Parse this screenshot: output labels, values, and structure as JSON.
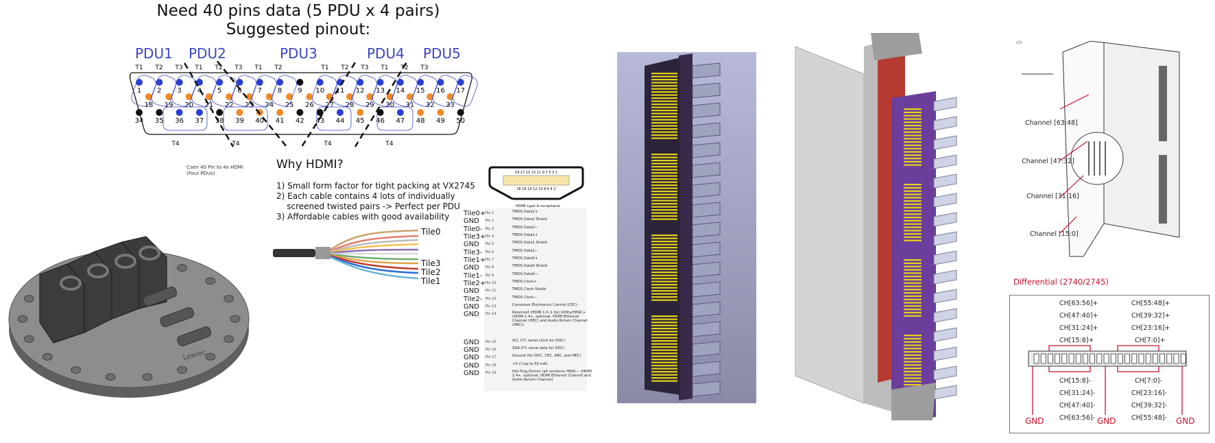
{
  "header": {
    "title_line1": "Need 40 pins data (5 PDU x 4 pairs)",
    "title_line2": "Suggested pinout:"
  },
  "pdus": [
    "PDU1",
    "PDU2",
    "PDU3",
    "PDU4",
    "PDU5"
  ],
  "connector": {
    "t_labels_top": [
      "T1",
      "T2",
      "T3",
      "T1",
      "T2",
      "T3",
      "T1",
      "T2",
      "T1",
      "T2",
      "T3",
      "T1",
      "T2",
      "T3"
    ],
    "t_labels_bottom": [
      "T4",
      "T4",
      "T4",
      "T4"
    ],
    "row1": [
      "1",
      "2",
      "3",
      "4",
      "5",
      "6",
      "7",
      "8",
      "9",
      "10",
      "11",
      "12",
      "13",
      "14",
      "15",
      "16",
      "17"
    ],
    "row2": [
      "18",
      "19",
      "20",
      "21",
      "22",
      "23",
      "24",
      "25",
      "26",
      "27",
      "28",
      "29",
      "30",
      "31",
      "32",
      "33"
    ],
    "row3": [
      "34",
      "35",
      "36",
      "37",
      "38",
      "39",
      "40",
      "41",
      "42",
      "43",
      "44",
      "45",
      "46",
      "47",
      "48",
      "49",
      "50"
    ],
    "colors": {
      "blue": "#2a3fd6",
      "orange": "#f08a24",
      "black": "#111111"
    }
  },
  "caption_small": "Caen 40 Pin to 4x HDMI\n(Four PDUs)",
  "why": {
    "title": "Why HDMI?",
    "items": "1) Small form factor for tight packing at VX2745\n2) Each cable contains 4 lots of individually\n    screened twisted pairs -> Perfect per PDU\n3) Affordable cables with good availability"
  },
  "tiles": [
    "Tile0",
    "Tile3",
    "Tile2",
    "Tile1"
  ],
  "hdmi": {
    "receptacle_caption": "HDMI type A receptacle",
    "top_pins": "19 17 15 13 11 9 7 5 3 1",
    "bottom_pins": "18 16 14 12 10 8 6 4 2",
    "rows": [
      {
        "sig": "Tile0+",
        "pin": "Pin 1",
        "desc": "TMDS Data2+"
      },
      {
        "sig": "GND",
        "pin": "Pin 2",
        "desc": "TMDS Data2 Shield"
      },
      {
        "sig": "Tile0-",
        "pin": "Pin 3",
        "desc": "TMDS Data2−"
      },
      {
        "sig": "Tile3+",
        "pin": "Pin 4",
        "desc": "TMDS Data1+"
      },
      {
        "sig": "GND",
        "pin": "Pin 5",
        "desc": "TMDS Data1 Shield"
      },
      {
        "sig": "Tile3-",
        "pin": "Pin 6",
        "desc": "TMDS Data1−"
      },
      {
        "sig": "Tile1+",
        "pin": "Pin 7",
        "desc": "TMDS Data0+"
      },
      {
        "sig": "GND",
        "pin": "Pin 8",
        "desc": "TMDS Data0 Shield"
      },
      {
        "sig": "Tile1-",
        "pin": "Pin 9",
        "desc": "TMDS Data0−"
      },
      {
        "sig": "Tile2+",
        "pin": "Pin 10",
        "desc": "TMDS Clock+"
      },
      {
        "sig": "GND",
        "pin": "Pin 11",
        "desc": "TMDS Clock Shield"
      },
      {
        "sig": "Tile2-",
        "pin": "Pin 12",
        "desc": "TMDS Clock−"
      },
      {
        "sig": "GND",
        "pin": "Pin 13",
        "desc": "Consumer Electronics Control (CEC)"
      },
      {
        "sig": "GND",
        "pin": "Pin 14",
        "desc": "Reserved (HDMI 1.0–1.3a) Utility/HEAC+ (HDMI 1.4+, optional, HDMI Ethernet Channel (HEC) and Audio Return Channel (ARC))"
      },
      {
        "sig": "GND",
        "pin": "Pin 15",
        "desc": "SCL (I²C serial clock for DDC)"
      },
      {
        "sig": "GND",
        "pin": "Pin 16",
        "desc": "SDA (I²C serial data for DDC)"
      },
      {
        "sig": "GND",
        "pin": "Pin 17",
        "desc": "Ground (for DDC, CEC, ARC, and HEC)"
      },
      {
        "sig": "GND",
        "pin": "Pin 18",
        "desc": "+5 V (up to 50 mA)"
      },
      {
        "sig": "GND",
        "pin": "Pin 19",
        "desc": "Hot Plug Detect (all versions) HEAC− (HDMI 1.4+, optional, HDMI Ethernet Channel and Audio Return Channel)"
      }
    ]
  },
  "board": {
    "corner": "ch",
    "channels": [
      "Channel [63:48]",
      "Channel [47:32]",
      "Channel [31:16]",
      "Channel [15:0]"
    ]
  },
  "diff": {
    "title": "Differential (2740/2745)",
    "left_top": [
      "CH[63:56]+",
      "CH[47:40]+",
      "CH[31:24]+",
      "CH[15:8]+"
    ],
    "right_top": [
      "CH[55:48]+",
      "CH[39:32]+",
      "CH[23:16]+",
      "CH[7:0]+"
    ],
    "left_bottom": [
      "CH[15:8]-",
      "CH[31:24]-",
      "CH[47:40]-",
      "CH[63:56]-"
    ],
    "right_bottom": [
      "CH[7:0]-",
      "CH[23:16]-",
      "CH[39:32]-",
      "CH[55:48]-"
    ],
    "gnd": [
      "GND",
      "GND",
      "GND"
    ],
    "accent": "#c8102e"
  },
  "engraving": "Lewiec"
}
